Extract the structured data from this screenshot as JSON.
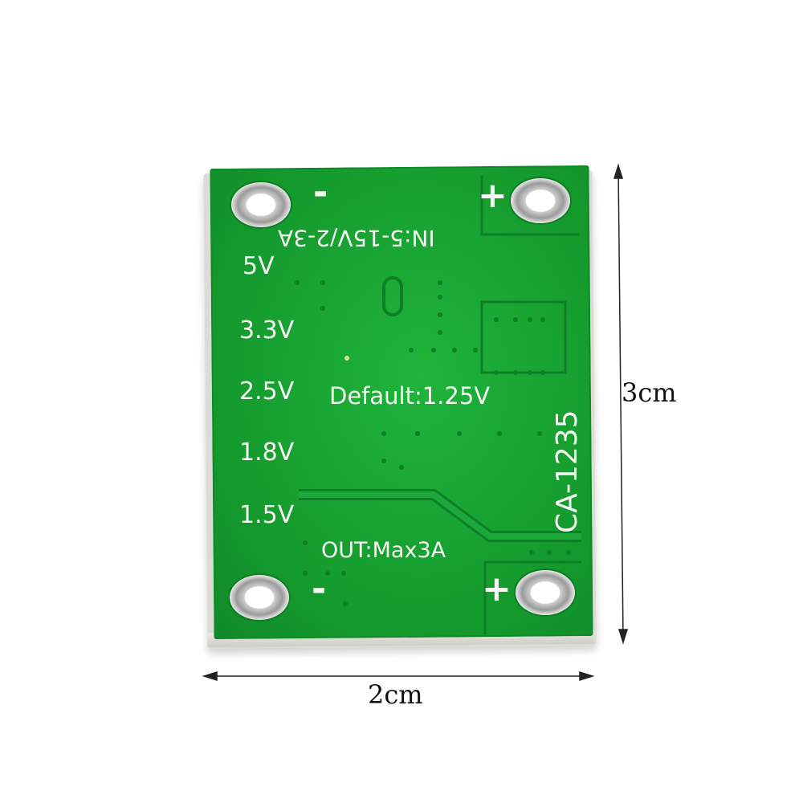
{
  "board": {
    "input_label": "IN:5-15V/2-3A",
    "output_label": "OUT:Max3A",
    "default_label": "Default:1.25V",
    "model": "CA-1235",
    "voltage_options": [
      "5V",
      "3.3V",
      "2.5V",
      "1.8V",
      "1.5V"
    ],
    "plus_sign": "+",
    "minus_sign": "-"
  },
  "dimensions": {
    "width": "2cm",
    "height": "3cm"
  },
  "colors": {
    "pcb_green": "#18a232",
    "silkscreen": "#f4f7f2",
    "background": "#ffffff"
  }
}
